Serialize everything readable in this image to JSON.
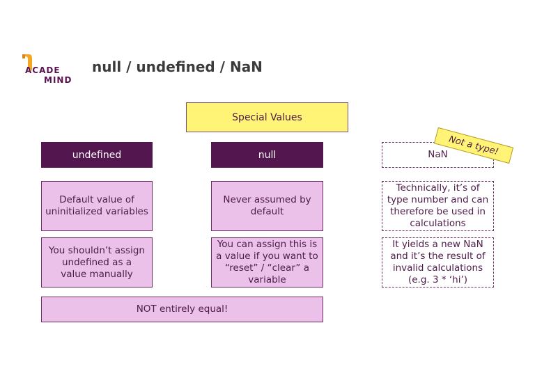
{
  "logo": {
    "line1": "ACADE",
    "line2": "MIND",
    "accent_color": "#f5a623"
  },
  "title": "null / undefined / NaN",
  "diagram": {
    "header": "Special Values",
    "columns": [
      {
        "heading": "undefined",
        "cells": [
          "Default value of uninitialized variables",
          "You shouldn’t assign undefined as a value manually"
        ]
      },
      {
        "heading": "null",
        "cells": [
          "Never assumed by default",
          "You can assign this is a value if you want to “reset” / “clear” a variable"
        ]
      },
      {
        "heading": "NaN",
        "cells": [
          "Technically, it’s of type number and can therefore be used in calculations",
          "It yields a new NaN and it’s the result of invalid calculations (e.g. 3 * ‘hi’)"
        ]
      }
    ],
    "footer": "NOT entirely equal!",
    "sticky_note": "Not a type!"
  },
  "colors": {
    "dark_purple": "#54164f",
    "light_purple": "#ebc1ea",
    "yellow": "#fff475",
    "text_purple": "#4d1a49"
  }
}
